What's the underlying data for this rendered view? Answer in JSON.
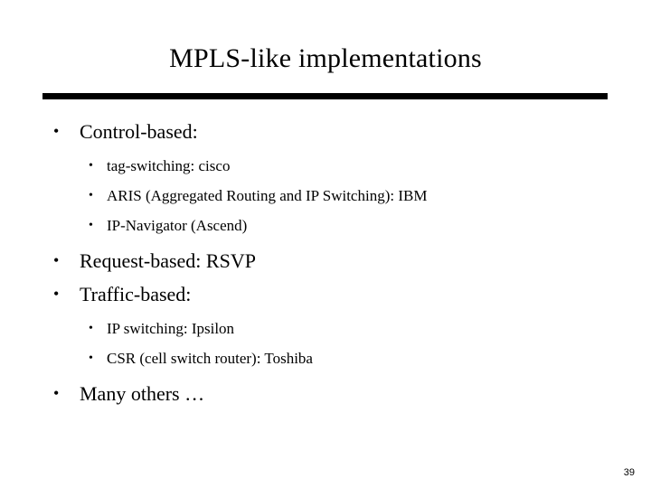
{
  "slide": {
    "title": "MPLS-like implementations",
    "page_number": "39",
    "bullet_glyph": "•",
    "accent_color": "#000000",
    "background_color": "#ffffff",
    "text_color": "#000000",
    "items": [
      {
        "level": 1,
        "text": "Control-based:"
      },
      {
        "level": 2,
        "text": "tag-switching: cisco"
      },
      {
        "level": 2,
        "text": "ARIS (Aggregated Routing and IP Switching): IBM"
      },
      {
        "level": 2,
        "text": "IP-Navigator (Ascend)"
      },
      {
        "level": 1,
        "text": "Request-based: RSVP"
      },
      {
        "level": 1,
        "text": "Traffic-based:"
      },
      {
        "level": 2,
        "text": "IP switching: Ipsilon"
      },
      {
        "level": 2,
        "text": "CSR (cell switch router): Toshiba"
      },
      {
        "level": 1,
        "text": "Many others …"
      }
    ]
  }
}
